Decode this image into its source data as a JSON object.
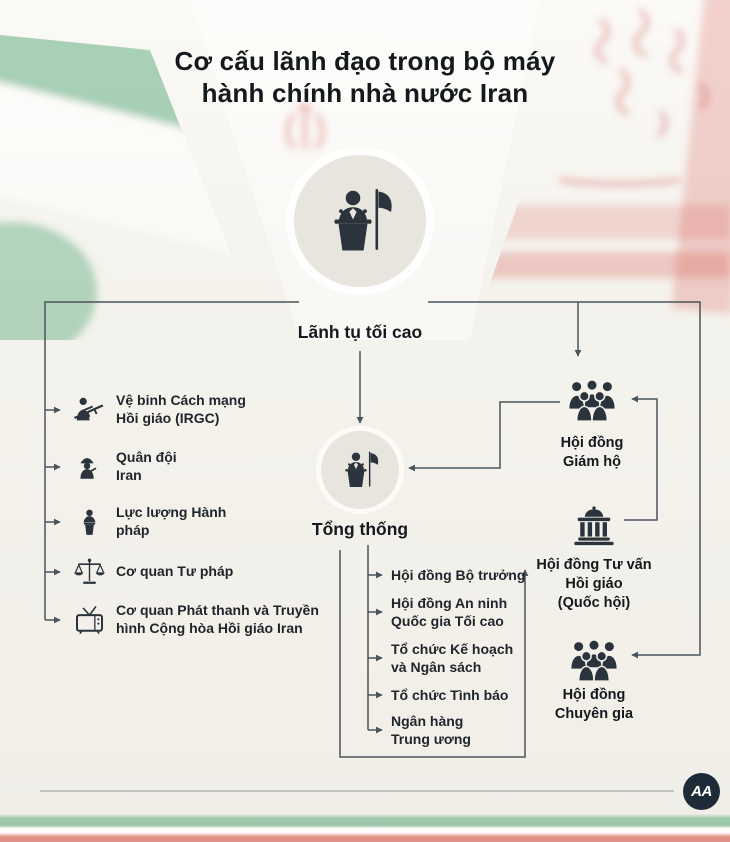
{
  "page": {
    "title": "Cơ cấu lãnh đạo trong bộ máy\nhành chính nhà nước Iran"
  },
  "colors": {
    "ink": "#2b343c",
    "line": "#4a545b",
    "node_fill": "#e8e5de",
    "background": "#f2f0ea",
    "flag_green": "#57a878",
    "flag_red": "#d8564e"
  },
  "nodes": {
    "supreme_leader": {
      "label": "Lãnh tụ tối cao",
      "icon": "podium-speaker-flag-icon"
    },
    "president": {
      "label": "Tổng thống",
      "icon": "podium-speaker-icon"
    }
  },
  "left_items": [
    {
      "label": "Vệ binh Cách mạng\nHồi giáo (IRGC)",
      "icon": "soldier-rifle-icon"
    },
    {
      "label": "Quân đội\nIran",
      "icon": "army-officer-icon"
    },
    {
      "label": "Lực lượng Hành\npháp",
      "icon": "official-bust-icon"
    },
    {
      "label": "Cơ quan Tư pháp",
      "icon": "justice-scales-icon"
    },
    {
      "label": "Cơ quan Phát thanh và Truyền\nhình Cộng hòa Hồi giáo Iran",
      "icon": "television-icon"
    }
  ],
  "president_bodies": [
    {
      "label": "Hội đồng Bộ trưởng"
    },
    {
      "label": "Hội đồng An ninh\nQuốc gia Tối cao"
    },
    {
      "label": "Tổ chức Kế hoạch\nvà Ngân sách"
    },
    {
      "label": "Tổ chức Tình báo"
    },
    {
      "label": "Ngân hàng\nTrung ương"
    }
  ],
  "right_items": [
    {
      "label": "Hội đồng\nGiám hộ",
      "icon": "people-group-icon"
    },
    {
      "label": "Hội đồng Tư vấn\nHồi giáo\n(Quốc hội)",
      "icon": "parliament-building-icon"
    },
    {
      "label": "Hội đồng\nChuyên gia",
      "icon": "people-group-icon"
    }
  ],
  "footer": {
    "logo_text": "AA"
  }
}
